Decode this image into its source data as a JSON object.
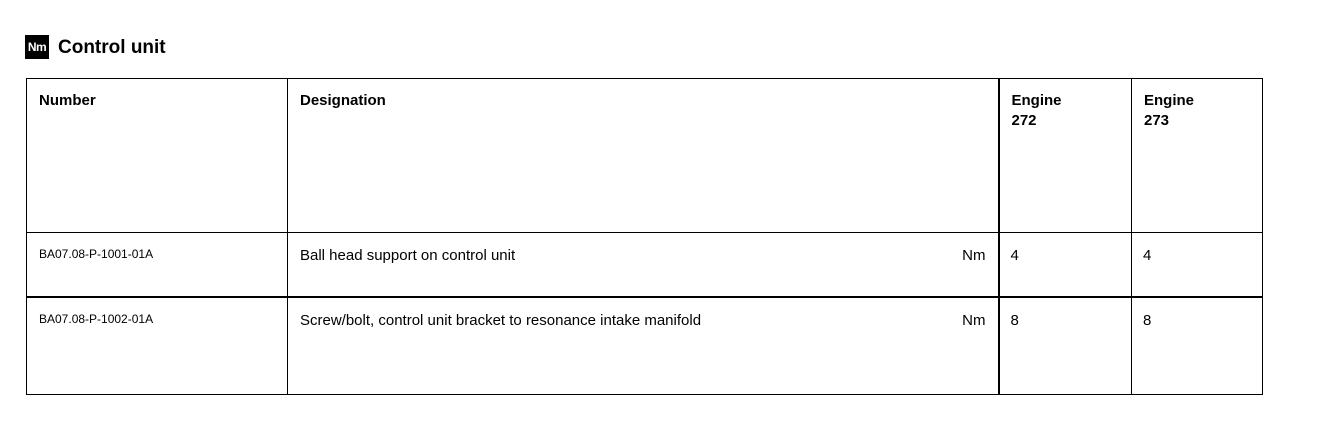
{
  "title": {
    "badge": "Nm",
    "badge_icon": "nm-unit-icon",
    "text": "Control unit"
  },
  "table": {
    "columns": [
      {
        "key": "number",
        "label": "Number"
      },
      {
        "key": "designation",
        "label": "Designation"
      },
      {
        "key": "engine272",
        "label_line1": "Engine",
        "label_line2": "272"
      },
      {
        "key": "engine273",
        "label_line1": "Engine",
        "label_line2": "273"
      }
    ],
    "rows": [
      {
        "number": "BA07.08-P-1001-01A",
        "designation": "Ball head support on control unit",
        "unit": "Nm",
        "engine272": "4",
        "engine273": "4"
      },
      {
        "number": "BA07.08-P-1002-01A",
        "designation": "Screw/bolt, control unit bracket to resonance intake manifold",
        "unit": "Nm",
        "engine272": "8",
        "engine273": "8"
      }
    ]
  },
  "colors": {
    "border": "#000000",
    "text": "#000000",
    "background": "#ffffff",
    "badge_background": "#000000",
    "badge_text": "#ffffff"
  }
}
